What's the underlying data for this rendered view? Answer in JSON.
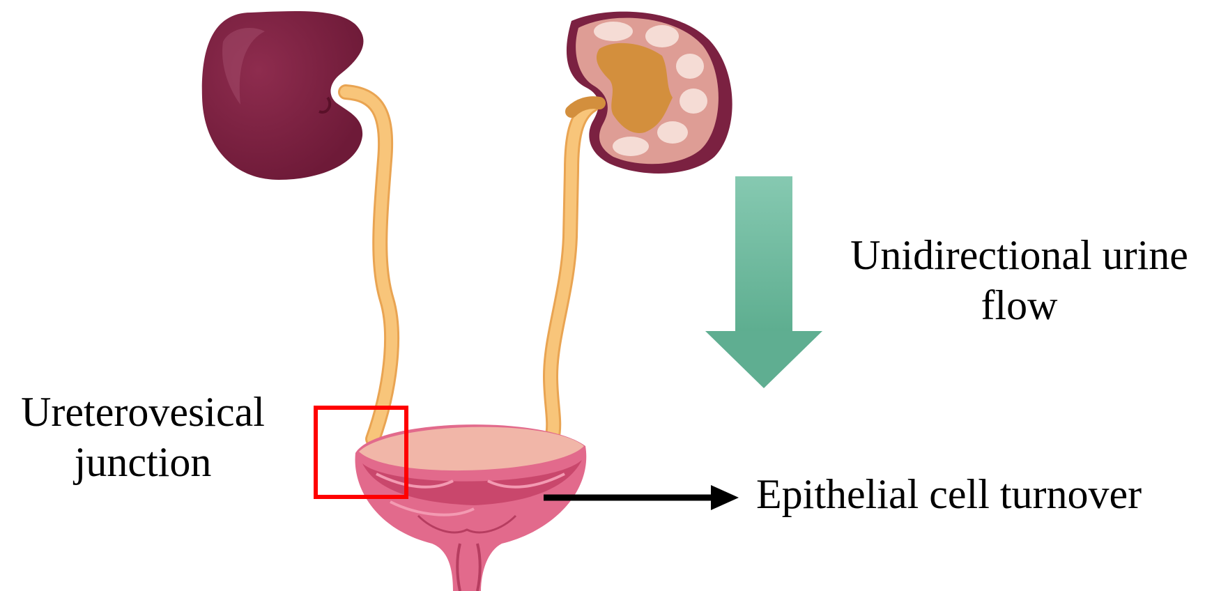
{
  "labels": {
    "flow_line1": "Unidirectional urine",
    "flow_line2": "flow",
    "uvj_line1": "Ureterovesical",
    "uvj_line2": "junction",
    "epithelial": "Epithelial cell turnover"
  },
  "colors": {
    "kidney_outer": "#7b2141",
    "kidney_cut_cortex": "#de9d95",
    "kidney_pelvis": "#d38f3d",
    "ureter": "#f6bd6a",
    "bladder_lining": "#e26a8c",
    "bladder_rim": "#f1b6a8",
    "flow_arrow": "#6fbea2",
    "highlight_box": "#ff0000",
    "pointer_arrow": "#000000"
  }
}
